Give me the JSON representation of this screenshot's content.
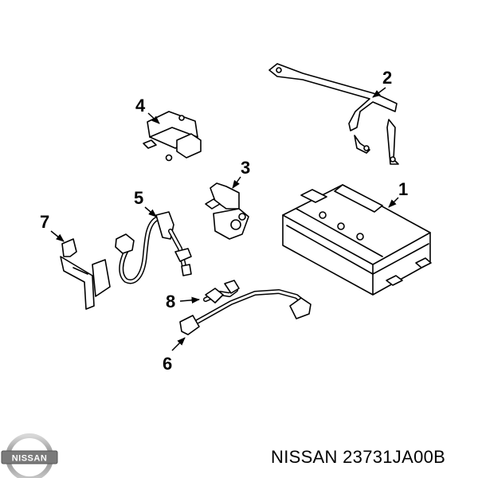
{
  "diagram": {
    "callouts": [
      "1",
      "2",
      "3",
      "4",
      "5",
      "6",
      "7",
      "8"
    ]
  },
  "logo": {
    "text": "NISSAN"
  },
  "part_number": "NISSAN 23731JA00B"
}
